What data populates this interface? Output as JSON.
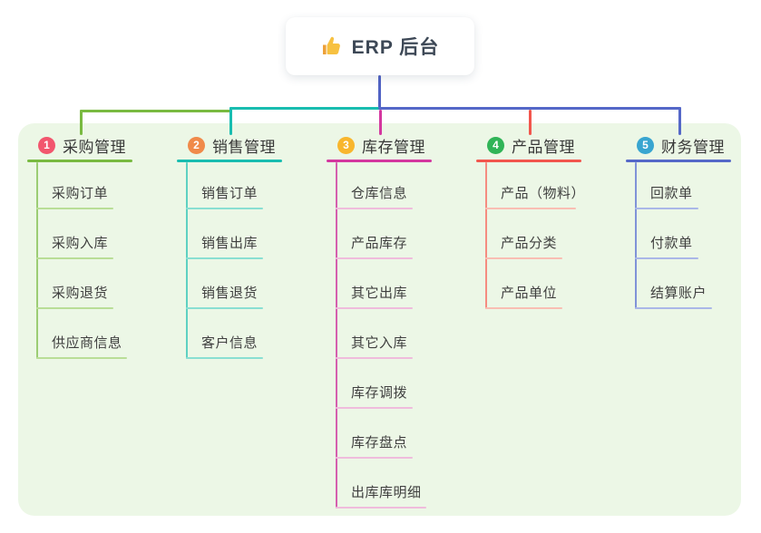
{
  "root": {
    "title": "ERP 后台",
    "icon": "thumbs-up-icon"
  },
  "branches": [
    {
      "number": "1",
      "title": "采购管理",
      "badge_color": "#f2566e",
      "line_color": "#79ba41",
      "spine_color": "#9ccd74",
      "child_line_color": "#b9de97",
      "children": [
        "采购订单",
        "采购入库",
        "采购退货",
        "供应商信息"
      ]
    },
    {
      "number": "2",
      "title": "销售管理",
      "badge_color": "#f08a4a",
      "line_color": "#19bdb0",
      "spine_color": "#5ed1c2",
      "child_line_color": "#89dfd2",
      "children": [
        "销售订单",
        "销售出库",
        "销售退货",
        "客户信息"
      ]
    },
    {
      "number": "3",
      "title": "库存管理",
      "badge_color": "#f8b62d",
      "line_color": "#d4379f",
      "spine_color": "#d55fae",
      "child_line_color": "#efbcdc",
      "children": [
        "仓库信息",
        "产品库存",
        "其它出库",
        "其它入库",
        "库存调拨",
        "库存盘点",
        "出库库明细"
      ]
    },
    {
      "number": "4",
      "title": "产品管理",
      "badge_color": "#30b457",
      "line_color": "#f2564d",
      "spine_color": "#f58c80",
      "child_line_color": "#f9beb3",
      "children": [
        "产品（物料）",
        "产品分类",
        "产品单位"
      ]
    },
    {
      "number": "5",
      "title": "财务管理",
      "badge_color": "#38a5d0",
      "line_color": "#5568c8",
      "spine_color": "#8093d8",
      "child_line_color": "#aab7e8",
      "children": [
        "回款单",
        "付款单",
        "结算账户"
      ]
    }
  ],
  "colors": {
    "panel_bg": "#ecf7e6",
    "root_line": "#5163c4",
    "text": "#3f3f3f",
    "root_text": "#3d4856"
  }
}
